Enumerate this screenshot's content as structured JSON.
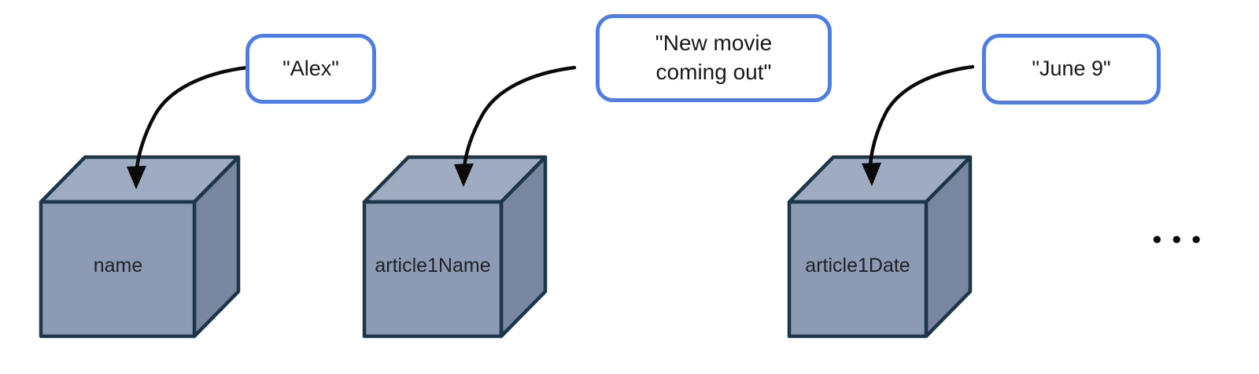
{
  "colors": {
    "background": "#ffffff",
    "accent_blue": "#4d7de6",
    "cube_front": "#8d9ab4",
    "cube_top": "#9fabc1",
    "cube_side": "#78869f",
    "cube_stroke": "#1d3649",
    "arrow_black": "#0a0a0a",
    "label_text": "#202227",
    "bubble_text": "#17181a"
  },
  "variables": [
    {
      "name": "name",
      "value": "\"Alex\""
    },
    {
      "name": "article1Name",
      "value": "\"New movie\ncoming out\""
    },
    {
      "name": "article1Date",
      "value": "\"June 9\""
    }
  ],
  "ellipsis": "•••"
}
